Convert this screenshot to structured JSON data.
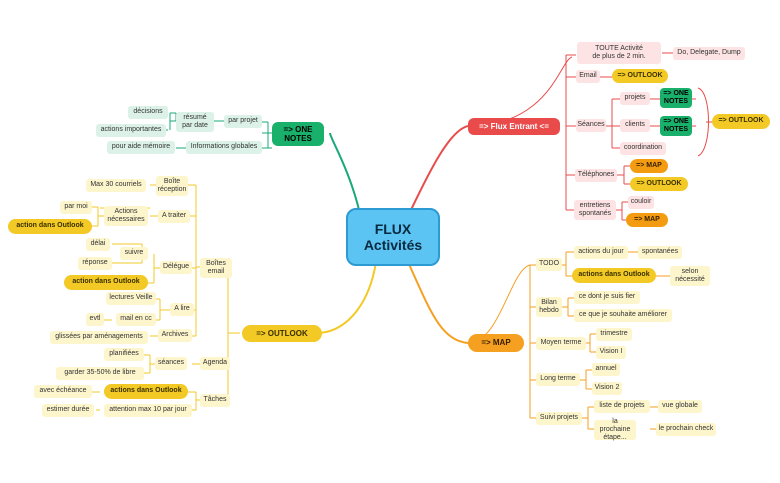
{
  "center": {
    "title": "FLUX\nActivités"
  },
  "flux_entrant": {
    "label": "=> Flux Entrant <=",
    "toute_activite": "TOUTE Activité\nde plus de 2 min.",
    "do_delegate": "Do, Delegate, Dump",
    "email": "Email",
    "email_outlook": "=> OUTLOOK",
    "seances": "Séances",
    "projets": "projets",
    "clients": "clients",
    "coordination": "coordination",
    "one_notes_1": "=> ONE\nNOTES",
    "one_notes_2": "=> ONE\nNOTES",
    "seances_outlook": "=> OUTLOOK",
    "telephones": "Téléphones",
    "tel_map": "=> MAP",
    "tel_outlook": "=> OUTLOOK",
    "entretiens": "entretiens\nspontanés",
    "couloir": "couloir",
    "entretiens_map": "=> MAP"
  },
  "one_notes": {
    "label": "=> ONE\nNOTES",
    "par_projet": "par projet",
    "resume": "résumé\npar date",
    "decisions": "décisions",
    "actions_importantes": "actions importantes",
    "infos_globales": "Informations globales",
    "pour_aide": "pour aide mémoire"
  },
  "map": {
    "label": "=> MAP",
    "todo": "TODO",
    "actions_du_jour": "actions du jour",
    "spontanees": "spontanées",
    "actions_outlook": "actions dans Outlook",
    "selon": "selon\nnécessité",
    "bilan": "Bilan\nhebdo",
    "fier": "ce dont je suis fier",
    "ameliorer": "ce que je souhaite améliorer",
    "moyen_terme": "Moyen terme",
    "trimestre": "trimestre",
    "vision1": "Vision I",
    "long_terme": "Long terme",
    "annuel": "annuel",
    "vision2": "Vision 2",
    "suivi": "Suivi projets",
    "liste": "liste de projets",
    "vue_globale": "vue globale",
    "prochaine": "la prochaine\nétape...",
    "prochain_check": "le prochain check"
  },
  "outlook": {
    "label": "=> OUTLOOK",
    "boites_email": "Boîtes\nemail",
    "boite_reception": "Boîte\nréception",
    "max30": "Max 30 courriels",
    "a_traiter": "A traiter",
    "actions_necessaires": "Actions\nnécessaires",
    "par_moi": "par moi",
    "action_outlook_1": "action dans Outlook",
    "delegue": "Délégue",
    "suivre": "suivre",
    "delai": "délai",
    "reponse": "réponse",
    "action_outlook_2": "action dans Outlook",
    "a_lire": "A lire",
    "lectures": "lectures Veille",
    "mail_cc": "mail en cc",
    "evtl": "evtl",
    "archives": "Archives",
    "glissees": "glissées par aménagements",
    "agenda": "Agenda",
    "seances": "séances",
    "planifiees": "planifiées",
    "garder": "garder 35-50% de libre",
    "taches": "Tâches",
    "actions_outlook_3": "actions dans Outlook",
    "avec_echeance": "avec échéance",
    "attention": "attention max 10 par jour",
    "estimer": "estimer durée"
  },
  "colors": {
    "center_fill": "#5bc4f3",
    "center_border": "#2c9ad3",
    "red_branch": "#e94b4b",
    "green_branch": "#1aa87a",
    "gold_branch": "#f2c925",
    "orange_branch": "#f5a020",
    "leaf_yellow": "#fdf5cc",
    "leaf_red": "#fde3e3",
    "leaf_green": "#dcf2e8"
  }
}
